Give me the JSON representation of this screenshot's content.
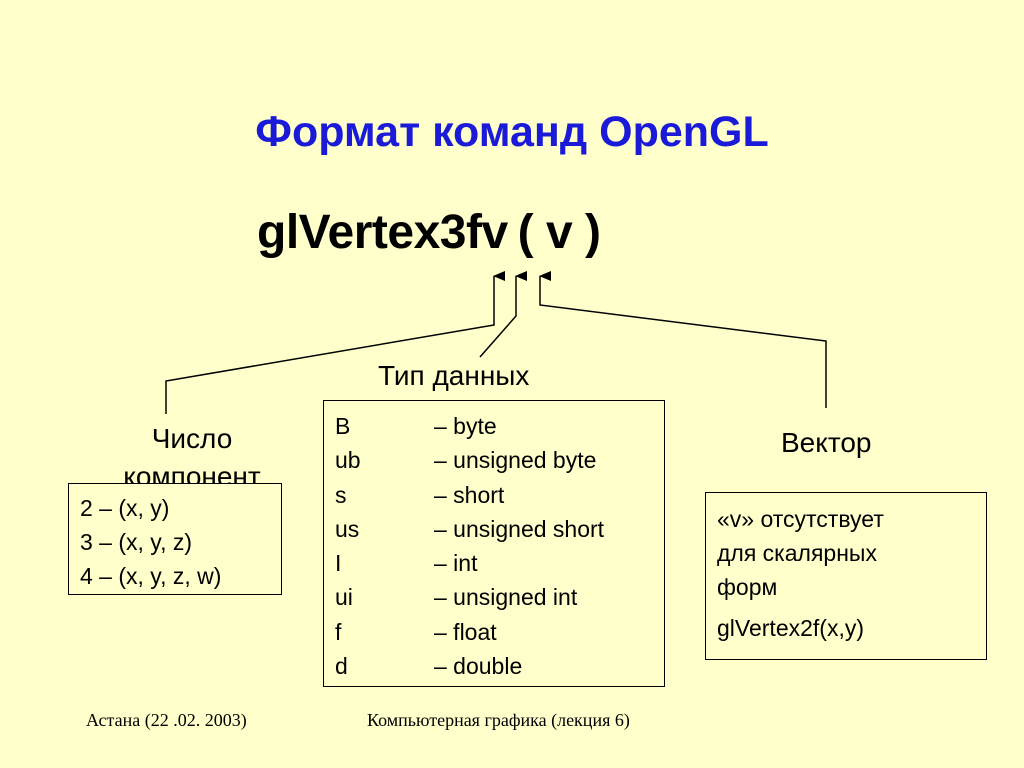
{
  "slide": {
    "title": "Формат команд OpenGL",
    "function": {
      "name": "glVertex3fv",
      "args": "( v )"
    },
    "labels": {
      "data_type": "Тип данных",
      "component_count_line1": "Число",
      "component_count_line2": "компонент",
      "vector": "Вектор"
    },
    "component_counts": [
      "2 – (x, y)",
      "3 – (x, y, z)",
      "4 – (x, y, z, w)"
    ],
    "data_types": [
      {
        "code": "B",
        "desc": "– byte"
      },
      {
        "code": "ub",
        "desc": "– unsigned byte"
      },
      {
        "code": "s",
        "desc": "– short"
      },
      {
        "code": "us",
        "desc": "– unsigned short"
      },
      {
        "code": "I",
        "desc": "– int"
      },
      {
        "code": "ui",
        "desc": "– unsigned int"
      },
      {
        "code": "f",
        "desc": "– float"
      },
      {
        "code": "d",
        "desc": "– double"
      }
    ],
    "vector_note": {
      "line1": "«v» отсутствует",
      "line2": "для скалярных",
      "line3": "форм",
      "example": "glVertex2f(x,y)"
    },
    "footer": {
      "left": "Астана (22 .02. 2003)",
      "center": "Компьютерная графика (лекция 6)"
    },
    "colors": {
      "background": "#FFFFCC",
      "title": "#1a1ad8"
    }
  }
}
